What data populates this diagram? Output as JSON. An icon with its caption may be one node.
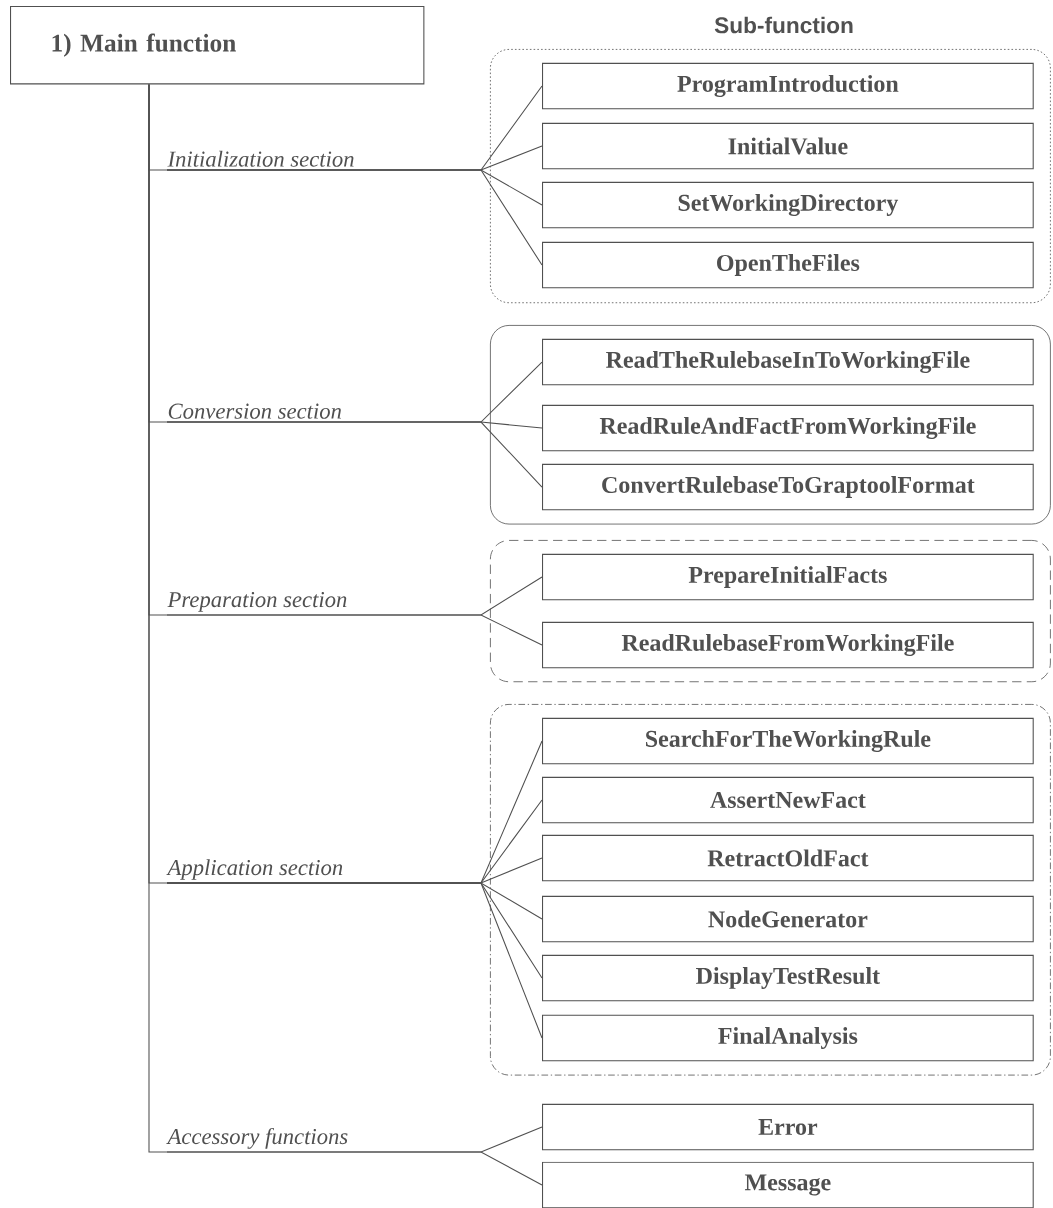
{
  "diagram": {
    "nodes": [
      {
        "text": [
          "1) Main function"
        ]
      },
      {
        "text": [
          "Initialization section"
        ]
      },
      {
        "text": [],
        "shape": "box"
      },
      {
        "text": [
          "ProgramIntroduction"
        ],
        "in": 2
      },
      {
        "text": [
          "InitialValue"
        ],
        "in": 2
      },
      {
        "text": [
          "SetWorkingDirectory"
        ],
        "in": 2
      },
      {
        "text": [
          "OpenTheFiles"
        ],
        "in": 2
      },
      {
        "text": [
          "Conversion section"
        ]
      },
      {
        "text": [],
        "shape": "box"
      },
      {
        "text": [
          "ReadTheRulebaseInToWorkingFile"
        ],
        "in": 8
      },
      {
        "text": [
          "ReadRuleAndFactFromWorkingFile"
        ],
        "in": 8
      },
      {
        "text": [
          "ConvertRulebaseToGraptoolFormat"
        ],
        "in": 8
      },
      {
        "text": [
          "Preparation section"
        ]
      },
      {
        "text": [],
        "shape": "box"
      },
      {
        "text": [
          "PrepareInitialFacts"
        ],
        "in": 13
      },
      {
        "text": [
          "ReadRulebaseFromWorkingFile"
        ],
        "in": 13
      },
      {
        "text": [
          "Application section"
        ]
      },
      {
        "text": [],
        "shape": "box"
      },
      {
        "text": [
          "SearchForTheWorkingRule"
        ],
        "in": 17
      },
      {
        "text": [
          "AssertNewFact"
        ],
        "in": 17
      },
      {
        "text": [
          "RetractOldFact"
        ],
        "in": 17
      },
      {
        "text": [
          "NodeGenerator"
        ],
        "in": 17
      },
      {
        "text": [
          "DisplayTestResult"
        ],
        "in": 17
      },
      {
        "text": [
          "FinalAnalysis"
        ],
        "in": 17
      },
      {
        "text": [
          "Accessory functions"
        ]
      },
      {
        "text": [
          "Error"
        ]
      },
      {
        "text": [
          "Message"
        ]
      }
    ],
    "edges": [
      {
        "from": 0,
        "to": 1,
        "arrow": "none"
      },
      {
        "from": 0,
        "to": 7,
        "arrow": "none"
      },
      {
        "from": 0,
        "to": 12,
        "arrow": "none"
      },
      {
        "from": 0,
        "to": 16,
        "arrow": "none"
      },
      {
        "from": 0,
        "to": 24,
        "arrow": "none"
      },
      {
        "from": 1,
        "to": 3,
        "arrow": "none"
      },
      {
        "from": 1,
        "to": 4,
        "arrow": "none"
      },
      {
        "from": 1,
        "to": 5,
        "arrow": "none"
      },
      {
        "from": 1,
        "to": 6,
        "arrow": "none"
      },
      {
        "from": 7,
        "to": 9,
        "arrow": "none"
      },
      {
        "from": 7,
        "to": 10,
        "arrow": "none"
      },
      {
        "from": 7,
        "to": 11,
        "arrow": "none"
      },
      {
        "from": 12,
        "to": 14,
        "arrow": "none"
      },
      {
        "from": 12,
        "to": 15,
        "arrow": "none"
      },
      {
        "from": 16,
        "to": 18,
        "arrow": "none"
      },
      {
        "from": 16,
        "to": 19,
        "arrow": "none"
      },
      {
        "from": 16,
        "to": 20,
        "arrow": "none"
      },
      {
        "from": 16,
        "to": 21,
        "arrow": "none"
      },
      {
        "from": 16,
        "to": 22,
        "arrow": "none"
      },
      {
        "from": 16,
        "to": 23,
        "arrow": "none"
      },
      {
        "from": 24,
        "to": 25,
        "arrow": "none"
      },
      {
        "from": 24,
        "to": 26,
        "arrow": "none"
      }
    ],
    "labels": [
      "Sub-function"
    ]
  }
}
